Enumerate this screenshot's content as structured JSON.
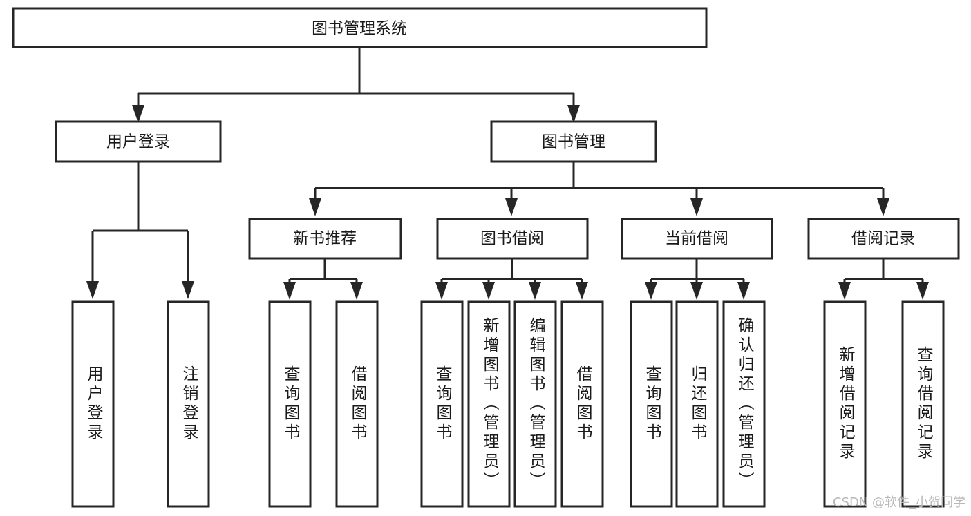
{
  "diagram": {
    "type": "tree-hierarchy-chart",
    "title": "图书管理系统",
    "watermark": "CSDN @软件_小贺同学",
    "colors": {
      "stroke": "#262626",
      "fill": "#ffffff",
      "text": "#1a1a1a",
      "watermark": "#b8b8b8",
      "background": "#ffffff"
    },
    "nodes": {
      "root": {
        "label": "图书管理系统",
        "orientation": "horizontal"
      },
      "level1": [
        {
          "id": "user-login",
          "label": "用户登录",
          "orientation": "horizontal"
        },
        {
          "id": "book-management",
          "label": "图书管理",
          "orientation": "horizontal"
        }
      ],
      "level2": [
        {
          "id": "new-book-recommend",
          "label": "新书推荐",
          "orientation": "horizontal"
        },
        {
          "id": "book-borrow",
          "label": "图书借阅",
          "orientation": "horizontal"
        },
        {
          "id": "current-borrow",
          "label": "当前借阅",
          "orientation": "horizontal"
        },
        {
          "id": "borrow-record",
          "label": "借阅记录",
          "orientation": "horizontal"
        }
      ],
      "leaves": [
        {
          "id": "leaf-user-login",
          "label": "用户登录",
          "parent": "user-login",
          "orientation": "vertical"
        },
        {
          "id": "leaf-user-logout",
          "label": "注销登录",
          "parent": "user-login",
          "orientation": "vertical"
        },
        {
          "id": "leaf-query-book-1",
          "label": "查询图书",
          "parent": "new-book-recommend",
          "orientation": "vertical"
        },
        {
          "id": "leaf-borrow-book-1",
          "label": "借阅图书",
          "parent": "new-book-recommend",
          "orientation": "vertical"
        },
        {
          "id": "leaf-query-book-2",
          "label": "查询图书",
          "parent": "book-borrow",
          "orientation": "vertical"
        },
        {
          "id": "leaf-add-book",
          "label": "新增图书（管理员）",
          "parent": "book-borrow",
          "orientation": "vertical"
        },
        {
          "id": "leaf-edit-book",
          "label": "编辑图书（管理员）",
          "parent": "book-borrow",
          "orientation": "vertical"
        },
        {
          "id": "leaf-borrow-book-2",
          "label": "借阅图书",
          "parent": "book-borrow",
          "orientation": "vertical"
        },
        {
          "id": "leaf-query-book-3",
          "label": "查询图书",
          "parent": "current-borrow",
          "orientation": "vertical"
        },
        {
          "id": "leaf-return-book",
          "label": "归还图书",
          "parent": "current-borrow",
          "orientation": "vertical"
        },
        {
          "id": "leaf-confirm-return",
          "label": "确认归还（管理员）",
          "parent": "current-borrow",
          "orientation": "vertical"
        },
        {
          "id": "leaf-add-record",
          "label": "新增借阅记录",
          "parent": "borrow-record",
          "orientation": "vertical"
        },
        {
          "id": "leaf-query-record",
          "label": "查询借阅记录",
          "parent": "borrow-record",
          "orientation": "vertical"
        }
      ]
    }
  }
}
